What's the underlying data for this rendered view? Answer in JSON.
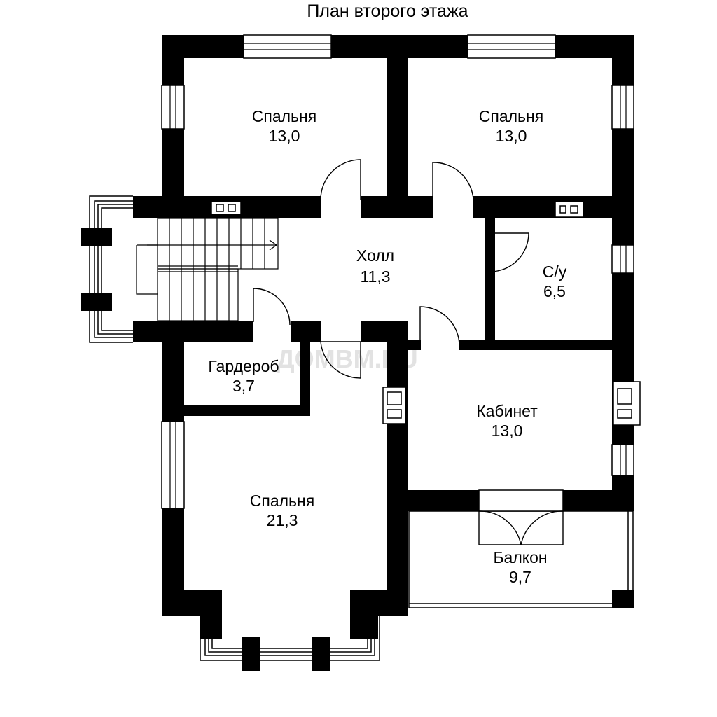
{
  "title": "План второго этажа",
  "watermark": "ДОМВМ.RU",
  "colors": {
    "wall": "#000000",
    "background": "#ffffff",
    "line": "#000000",
    "watermark": "#e2e2e2"
  },
  "rooms": [
    {
      "id": "bedroom-1",
      "name": "Спальня",
      "area": "13,0"
    },
    {
      "id": "bedroom-2",
      "name": "Спальня",
      "area": "13,0"
    },
    {
      "id": "hall",
      "name": "Холл",
      "area": "11,3"
    },
    {
      "id": "bathroom",
      "name": "С/у",
      "area": "6,5"
    },
    {
      "id": "wardrobe",
      "name": "Гардероб",
      "area": "3,7"
    },
    {
      "id": "study",
      "name": "Кабинет",
      "area": "13,0"
    },
    {
      "id": "bedroom-3",
      "name": "Спальня",
      "area": "21,3"
    },
    {
      "id": "balcony",
      "name": "Балкон",
      "area": "9,7"
    }
  ]
}
